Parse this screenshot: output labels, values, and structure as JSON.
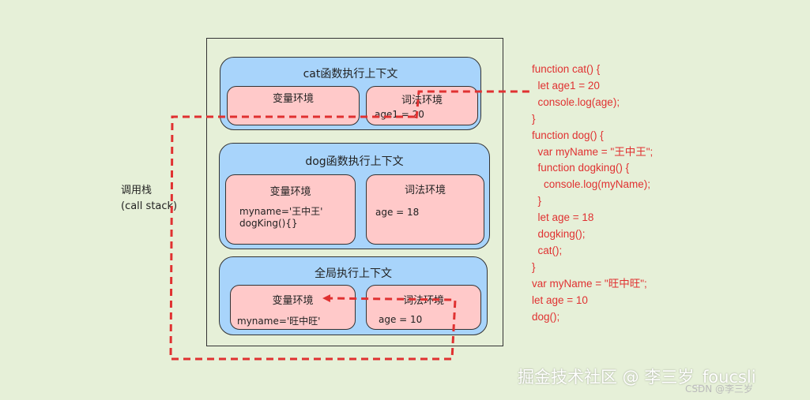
{
  "diagram": {
    "call_stack_label_1": "调用栈",
    "call_stack_label_2": "(call stack)",
    "contexts": {
      "cat": {
        "title": "cat函数执行上下文",
        "variable_env": {
          "title": "变量环境"
        },
        "lexical_env": {
          "title": "词法环境",
          "line1": "age1 = 20"
        }
      },
      "dog": {
        "title": "dog函数执行上下文",
        "variable_env": {
          "title": "变量环境",
          "line1": "myname='王中王'",
          "line2": "dogKing(){}"
        },
        "lexical_env": {
          "title": "词法环境",
          "line1": "age = 18"
        }
      },
      "global": {
        "title": "全局执行上下文",
        "variable_env": {
          "title": "变量环境",
          "line1": "myname='旺中旺'"
        },
        "lexical_env": {
          "title": "词法环境",
          "line1": "age = 10"
        }
      }
    },
    "code_lines": [
      "function cat() {",
      "  let age1 = 20",
      "  console.log(age);",
      "}",
      "function dog() {",
      "  var myName = \"王中王\";",
      "  function dogking() {",
      "    console.log(myName);",
      "  }",
      "  let age = 18",
      "  dogking();",
      "  cat();",
      "}",
      "var myName = \"旺中旺\";",
      "let age = 10",
      "dog();"
    ],
    "colors": {
      "background": "#e6f0d8",
      "context_fill": "#a8d4fb",
      "env_fill": "#ffc9c9",
      "code": "#e03131",
      "arrow": "#e03131"
    }
  },
  "watermark": {
    "text": "掘金技术社区 @ 李三岁_foucsli",
    "csdn": "CSDN @李三岁"
  }
}
